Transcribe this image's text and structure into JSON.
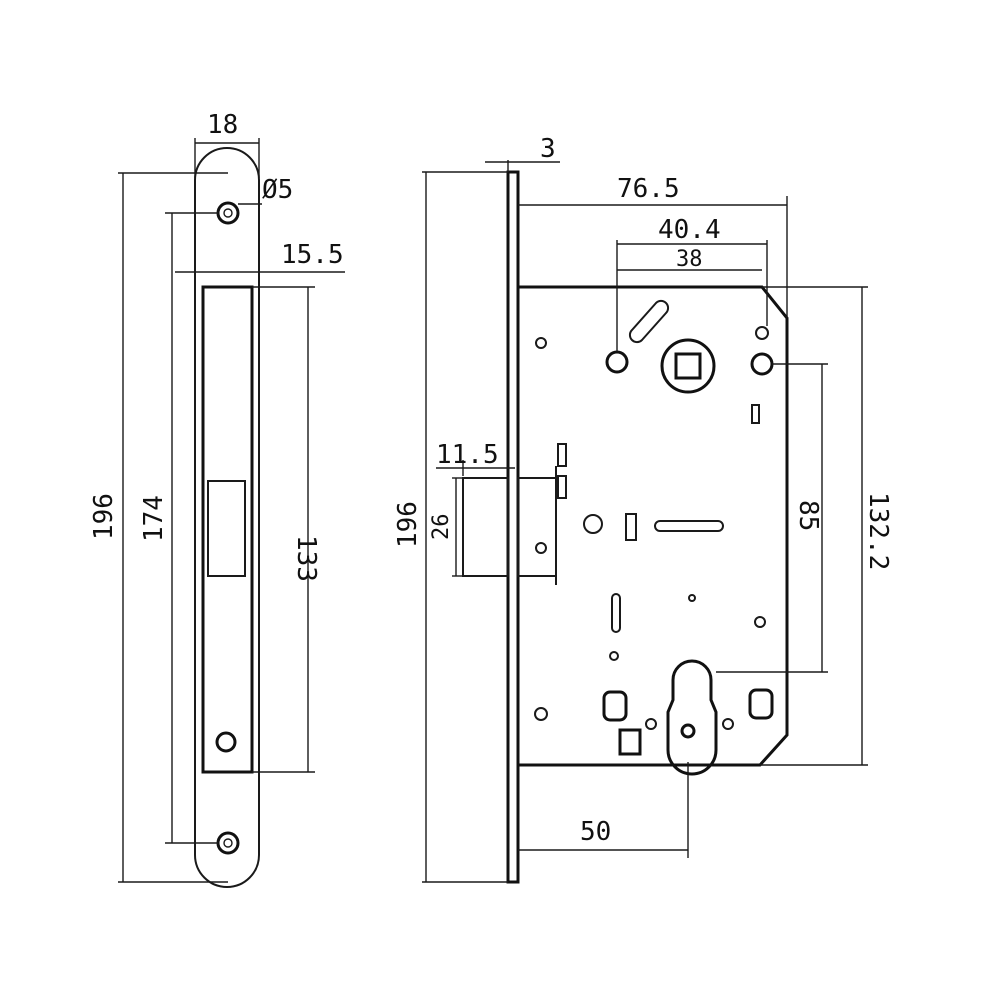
{
  "colors": {
    "line": "#1a1a1a",
    "background": "#ffffff"
  },
  "front_view": {
    "width": "18",
    "screw_hole": "Ø5",
    "inner_width": "15.5",
    "total_height": "196",
    "screw_spacing": "174",
    "body_height": "133"
  },
  "side_view": {
    "plate_thickness": "3",
    "body_depth": "76.5",
    "follower_offset": "40.4",
    "follower_offset_inner": "38",
    "latch_width": "11.5",
    "faceplate_height": "196",
    "latch_height": "26",
    "centre_distance": "85",
    "body_height": "132.2",
    "backset": "50"
  }
}
